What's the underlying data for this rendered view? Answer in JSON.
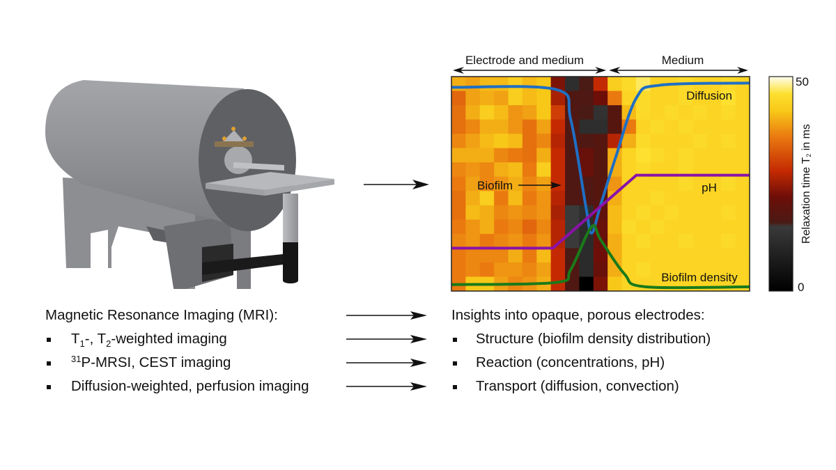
{
  "figure": {
    "left_caption": {
      "title": "Magnetic Resonance Imaging (MRI):",
      "items": [
        {
          "pre": "T",
          "sub1": "1",
          "mid": "-, T",
          "sub2": "2",
          "post": "-weighted imaging"
        },
        {
          "sup": "31",
          "text": "P-MRSI, CEST imaging"
        },
        {
          "text": "Diffusion-weighted, perfusion imaging"
        }
      ]
    },
    "right_caption": {
      "title": "Insights into opaque, porous electrodes:",
      "items": [
        "Structure (biofilm density distribution)",
        "Reaction (concentrations, pH)",
        "Transport (diffusion, convection)"
      ]
    },
    "mri_illustration": {
      "label": "MRI scanner with sample holder",
      "colors": {
        "body": "#8e8f93",
        "front": "#5f6064",
        "table": "#b8b9bc",
        "black": "#151515",
        "holder": "#e0a030"
      }
    }
  },
  "chart_data": {
    "type": "heatmap",
    "title": "",
    "region_labels": [
      {
        "text": "Electrode and medium",
        "from_col": 0,
        "to_col": 11
      },
      {
        "text": "Medium",
        "from_col": 11,
        "to_col": 21
      }
    ],
    "annotations": [
      "Biofilm",
      "Diffusion",
      "pH",
      "Biofilm density"
    ],
    "colorbar": {
      "label_main": "Relaxation time T",
      "label_sub": "2",
      "label_tail": " in ms",
      "min": 0,
      "max": 50,
      "ticks": [
        0,
        50
      ]
    },
    "colormap_stops": [
      {
        "v": 0,
        "c": "#000000"
      },
      {
        "v": 15,
        "c": "#3a3a3a"
      },
      {
        "v": 16,
        "c": "#4a1a14"
      },
      {
        "v": 22,
        "c": "#6e0e08"
      },
      {
        "v": 28,
        "c": "#c42a02"
      },
      {
        "v": 36,
        "c": "#ea7a10"
      },
      {
        "v": 42,
        "c": "#f8c818"
      },
      {
        "v": 46,
        "c": "#fde030"
      },
      {
        "v": 50,
        "c": "#fffef0"
      }
    ],
    "grid_cols": 21,
    "grid_rows": 15,
    "values": [
      [
        40,
        39,
        41,
        41,
        43,
        41,
        42,
        23,
        12,
        16,
        28,
        43,
        45,
        47,
        44,
        44,
        45,
        44,
        44,
        45,
        44
      ],
      [
        34,
        39,
        40,
        39,
        43,
        41,
        42,
        26,
        17,
        17,
        22,
        36,
        44,
        45,
        44,
        44,
        45,
        44,
        44,
        46,
        44
      ],
      [
        35,
        40,
        43,
        41,
        38,
        39,
        42,
        30,
        17,
        16,
        13,
        18,
        41,
        45,
        44,
        45,
        44,
        45,
        44,
        45,
        44
      ],
      [
        35,
        37,
        40,
        40,
        38,
        35,
        39,
        28,
        17,
        12,
        12,
        18,
        36,
        44,
        45,
        44,
        45,
        44,
        44,
        44,
        44
      ],
      [
        37,
        39,
        41,
        42,
        41,
        35,
        37,
        27,
        17,
        17,
        18,
        27,
        40,
        45,
        44,
        44,
        44,
        45,
        44,
        45,
        44
      ],
      [
        40,
        40,
        40,
        37,
        36,
        35,
        40,
        28,
        17,
        21,
        18,
        40,
        44,
        46,
        45,
        44,
        45,
        44,
        44,
        44,
        44
      ],
      [
        37,
        38,
        37,
        40,
        41,
        36,
        43,
        28,
        17,
        21,
        18,
        40,
        44,
        45,
        44,
        44,
        45,
        44,
        44,
        44,
        44
      ],
      [
        36,
        39,
        37,
        38,
        40,
        37,
        39,
        28,
        17,
        17,
        18,
        38,
        44,
        44,
        44,
        44,
        45,
        44,
        44,
        45,
        44
      ],
      [
        35,
        40,
        43,
        36,
        41,
        36,
        38,
        27,
        17,
        17,
        18,
        40,
        44,
        44,
        45,
        44,
        44,
        44,
        44,
        44,
        44
      ],
      [
        35,
        41,
        40,
        37,
        38,
        37,
        38,
        26,
        15,
        12,
        20,
        41,
        44,
        45,
        44,
        45,
        44,
        44,
        44,
        45,
        44
      ],
      [
        36,
        38,
        40,
        36,
        37,
        34,
        37,
        27,
        15,
        11,
        21,
        41,
        45,
        44,
        45,
        44,
        44,
        44,
        44,
        44,
        44
      ],
      [
        37,
        38,
        36,
        37,
        38,
        36,
        38,
        27,
        15,
        11,
        21,
        40,
        44,
        45,
        44,
        44,
        45,
        44,
        44,
        45,
        44
      ],
      [
        36,
        37,
        37,
        37,
        40,
        36,
        41,
        28,
        16,
        11,
        22,
        40,
        44,
        44,
        44,
        44,
        44,
        44,
        44,
        44,
        44
      ],
      [
        36,
        37,
        36,
        38,
        38,
        37,
        39,
        28,
        17,
        11,
        21,
        40,
        44,
        45,
        44,
        44,
        44,
        44,
        44,
        44,
        44
      ],
      [
        36,
        42,
        42,
        39,
        37,
        38,
        40,
        28,
        17,
        0,
        23,
        42,
        44,
        44,
        44,
        44,
        44,
        44,
        44,
        44,
        44
      ]
    ],
    "profiles": [
      {
        "name": "Diffusion",
        "color": "#1f6fc4",
        "points": [
          [
            0,
            0.05
          ],
          [
            0.35,
            0.06
          ],
          [
            0.4,
            0.2
          ],
          [
            0.45,
            0.6
          ],
          [
            0.47,
            0.73
          ],
          [
            0.5,
            0.6
          ],
          [
            0.55,
            0.38
          ],
          [
            0.62,
            0.1
          ],
          [
            0.7,
            0.04
          ],
          [
            1,
            0.03
          ]
        ]
      },
      {
        "name": "pH",
        "color": "#8a12a8",
        "points": [
          [
            0,
            0.8
          ],
          [
            0.34,
            0.8
          ],
          [
            0.62,
            0.46
          ],
          [
            1,
            0.46
          ]
        ]
      },
      {
        "name": "Biofilm density",
        "color": "#1a7a1a",
        "points": [
          [
            0,
            0.97
          ],
          [
            0.35,
            0.96
          ],
          [
            0.4,
            0.9
          ],
          [
            0.47,
            0.7
          ],
          [
            0.5,
            0.76
          ],
          [
            0.58,
            0.92
          ],
          [
            0.65,
            0.98
          ],
          [
            1,
            0.98
          ]
        ]
      }
    ]
  }
}
